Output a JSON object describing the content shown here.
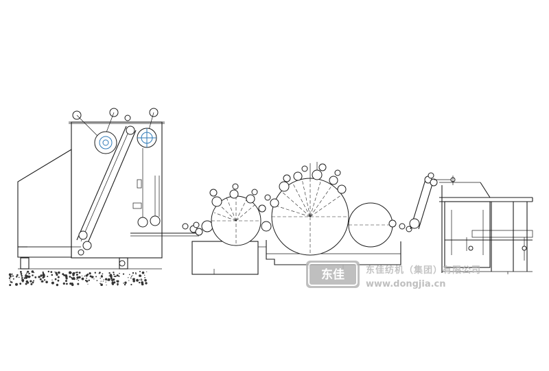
{
  "watermark": {
    "logo_text": "东佳",
    "company_cn": "东佳纺机（集团）有限公司",
    "url": "www.dongjia.cn",
    "color": "#b4b4b4"
  },
  "colors": {
    "line": "#1a1a1a",
    "accent_roll": "#2d78b6",
    "background": "#ffffff"
  }
}
